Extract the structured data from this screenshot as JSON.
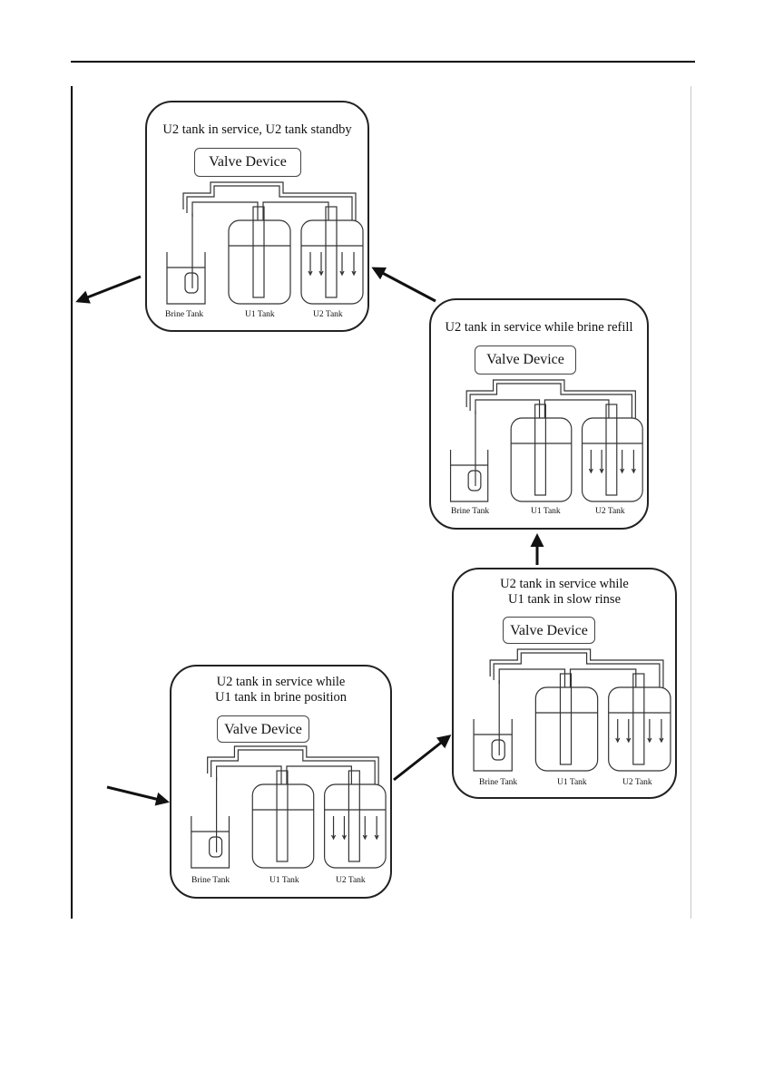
{
  "page": {
    "background": "#ffffff",
    "line_color": "#222222"
  },
  "diagram": {
    "panels": [
      {
        "title_lines": [
          "U2 tank in service, U2 tank standby"
        ],
        "valve_label": "Valve Device",
        "tank_labels": [
          "Brine Tank",
          "U1 Tank",
          "U2 Tank"
        ]
      },
      {
        "title_lines": [
          "U2 tank in service while brine refill"
        ],
        "valve_label": "Valve Device",
        "tank_labels": [
          "Brine Tank",
          "U1 Tank",
          "U2 Tank"
        ]
      },
      {
        "title_lines": [
          "U2 tank in service while",
          "U1 tank in slow rinse"
        ],
        "valve_label": "Valve Device",
        "tank_labels": [
          "Brine Tank",
          "U1 Tank",
          "U2 Tank"
        ]
      },
      {
        "title_lines": [
          "U2 tank in service while",
          "U1 tank in brine position"
        ],
        "valve_label": "Valve Device",
        "tank_labels": [
          "Brine Tank",
          "U1 Tank",
          "U2 Tank"
        ]
      }
    ],
    "flow_arrows": [
      {
        "from": "incoming",
        "to": "U2 tank in service while U1 tank in brine position"
      },
      {
        "from": "U2 tank in service while U1 tank in brine position",
        "to": "U2 tank in service while U1 tank in slow rinse"
      },
      {
        "from": "U2 tank in service while U1 tank in slow rinse",
        "to": "U2 tank in service while brine refill"
      },
      {
        "from": "U2 tank in service while brine refill",
        "to": "U2 tank in service, U2 tank standby"
      },
      {
        "from": "U2 tank in service, U2 tank standby",
        "to": "outgoing"
      }
    ]
  }
}
